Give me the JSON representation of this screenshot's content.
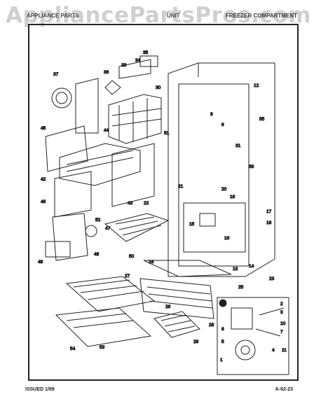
{
  "watermark": "AppliancePartsPros.com",
  "header": {
    "left": "APPLIANCE PARTS",
    "center": "UNIT",
    "right": "FREEZER COMPARTMENT"
  },
  "footer": {
    "issued": "ISSUED 1/89",
    "code": "A-62-23"
  },
  "callouts": [
    "12",
    "33",
    "35",
    "34",
    "36",
    "37",
    "30",
    "8",
    "9",
    "31",
    "55",
    "56",
    "51",
    "44",
    "45",
    "21",
    "20",
    "19",
    "22",
    "17",
    "18",
    "15",
    "16",
    "42",
    "43",
    "46",
    "52",
    "47",
    "48",
    "49",
    "50",
    "14",
    "13",
    "23",
    "24",
    "25",
    "26",
    "27",
    "28",
    "54",
    "53",
    "29",
    "2",
    "3",
    "10",
    "6",
    "4",
    "5",
    "11",
    "1",
    "7"
  ],
  "detail_marker": "1"
}
